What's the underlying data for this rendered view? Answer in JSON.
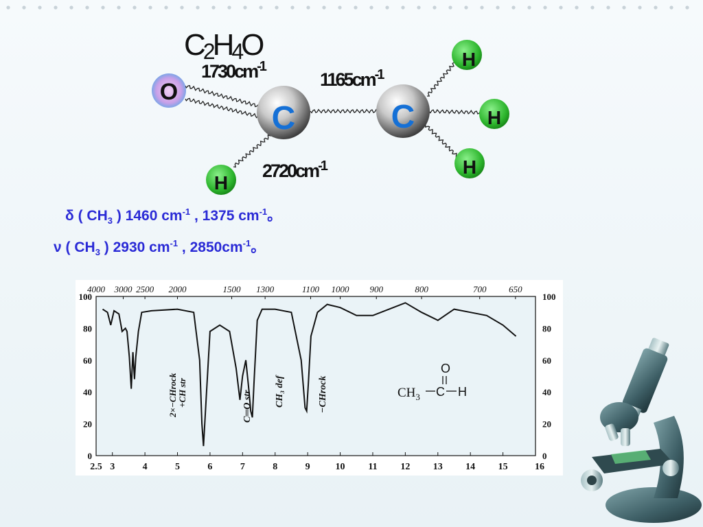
{
  "molecule": {
    "formula": {
      "c1": "C",
      "s1": "2",
      "h": "H",
      "s2": "4",
      "o": "O"
    },
    "bonds": [
      {
        "value": "1730",
        "unit": "cm",
        "exp": "-1"
      },
      {
        "value": "1165",
        "unit": "cm",
        "exp": "-1"
      },
      {
        "value": "2720",
        "unit": "cm",
        "exp": "-1"
      }
    ],
    "atoms": {
      "carbon": "C",
      "oxygen": "O",
      "hydrogen": "H"
    }
  },
  "notes": [
    {
      "symbol": "δ",
      "group": "CH",
      "sub": "3",
      "v1": "1460 cm",
      "v2": "1375 cm",
      "exp": "-1",
      "sep": " , ",
      "end": "。"
    },
    {
      "symbol": "ν",
      "group": "CH",
      "sub": "3",
      "v1": "2930 cm",
      "v2": "2850cm",
      "exp": "-1",
      "sep": " , ",
      "end": "。"
    }
  ],
  "chart_data": {
    "type": "line",
    "top_axis_labels": [
      "4000",
      "3000",
      "2500",
      "2000",
      "1500",
      "1300",
      "1100",
      "1000",
      "900",
      "800",
      "700",
      "650"
    ],
    "bottom_axis_labels": [
      "2.5",
      "3",
      "4",
      "5",
      "6",
      "7",
      "8",
      "9",
      "10",
      "11",
      "12",
      "13",
      "14",
      "15",
      "16"
    ],
    "y_left_labels": [
      "100",
      "80",
      "60",
      "40",
      "20",
      "0"
    ],
    "y_right_labels": [
      "100",
      "80",
      "60",
      "40",
      "20",
      "0"
    ],
    "xlim": [
      2.5,
      16
    ],
    "ylim": [
      0,
      100
    ],
    "series": [
      {
        "x": [
          2.7,
          2.85,
          2.95,
          3.05,
          3.2,
          3.3,
          3.4,
          3.45,
          3.52,
          3.58,
          3.63,
          3.68,
          3.72,
          3.8,
          3.9,
          4.2,
          5.0,
          5.5,
          5.68,
          5.75,
          5.8,
          5.88,
          6.0,
          6.3,
          6.6,
          6.8,
          6.92,
          7.0,
          7.1,
          7.2,
          7.25,
          7.3,
          7.35,
          7.45,
          7.6,
          8.0,
          8.5,
          8.8,
          8.92,
          8.97,
          9.02,
          9.1,
          9.3,
          9.6,
          10.0,
          10.5,
          11.0,
          11.5,
          12.0,
          12.5,
          13.0,
          13.5,
          14.0,
          14.5,
          15.0,
          15.4
        ],
        "y": [
          92,
          90,
          82,
          91,
          89,
          78,
          80,
          78,
          62,
          42,
          65,
          48,
          62,
          78,
          90,
          91,
          92,
          90,
          60,
          20,
          6,
          35,
          78,
          82,
          78,
          55,
          35,
          50,
          60,
          40,
          28,
          24,
          45,
          85,
          92,
          92,
          90,
          60,
          30,
          28,
          45,
          75,
          90,
          95,
          93,
          88,
          88,
          92,
          96,
          90,
          85,
          92,
          90,
          88,
          82,
          75
        ]
      }
    ],
    "annotations": {
      "ch": {
        "a": "2×−CHrock",
        "b": "+CH  str"
      },
      "co": "C═O  str",
      "ch3def": "CH₃ def",
      "chrock": "−CHrock"
    },
    "structure": {
      "left": "CH",
      "sub": "3",
      "carbon": "C",
      "oxygen": "O",
      "hydrogen": "H"
    }
  }
}
